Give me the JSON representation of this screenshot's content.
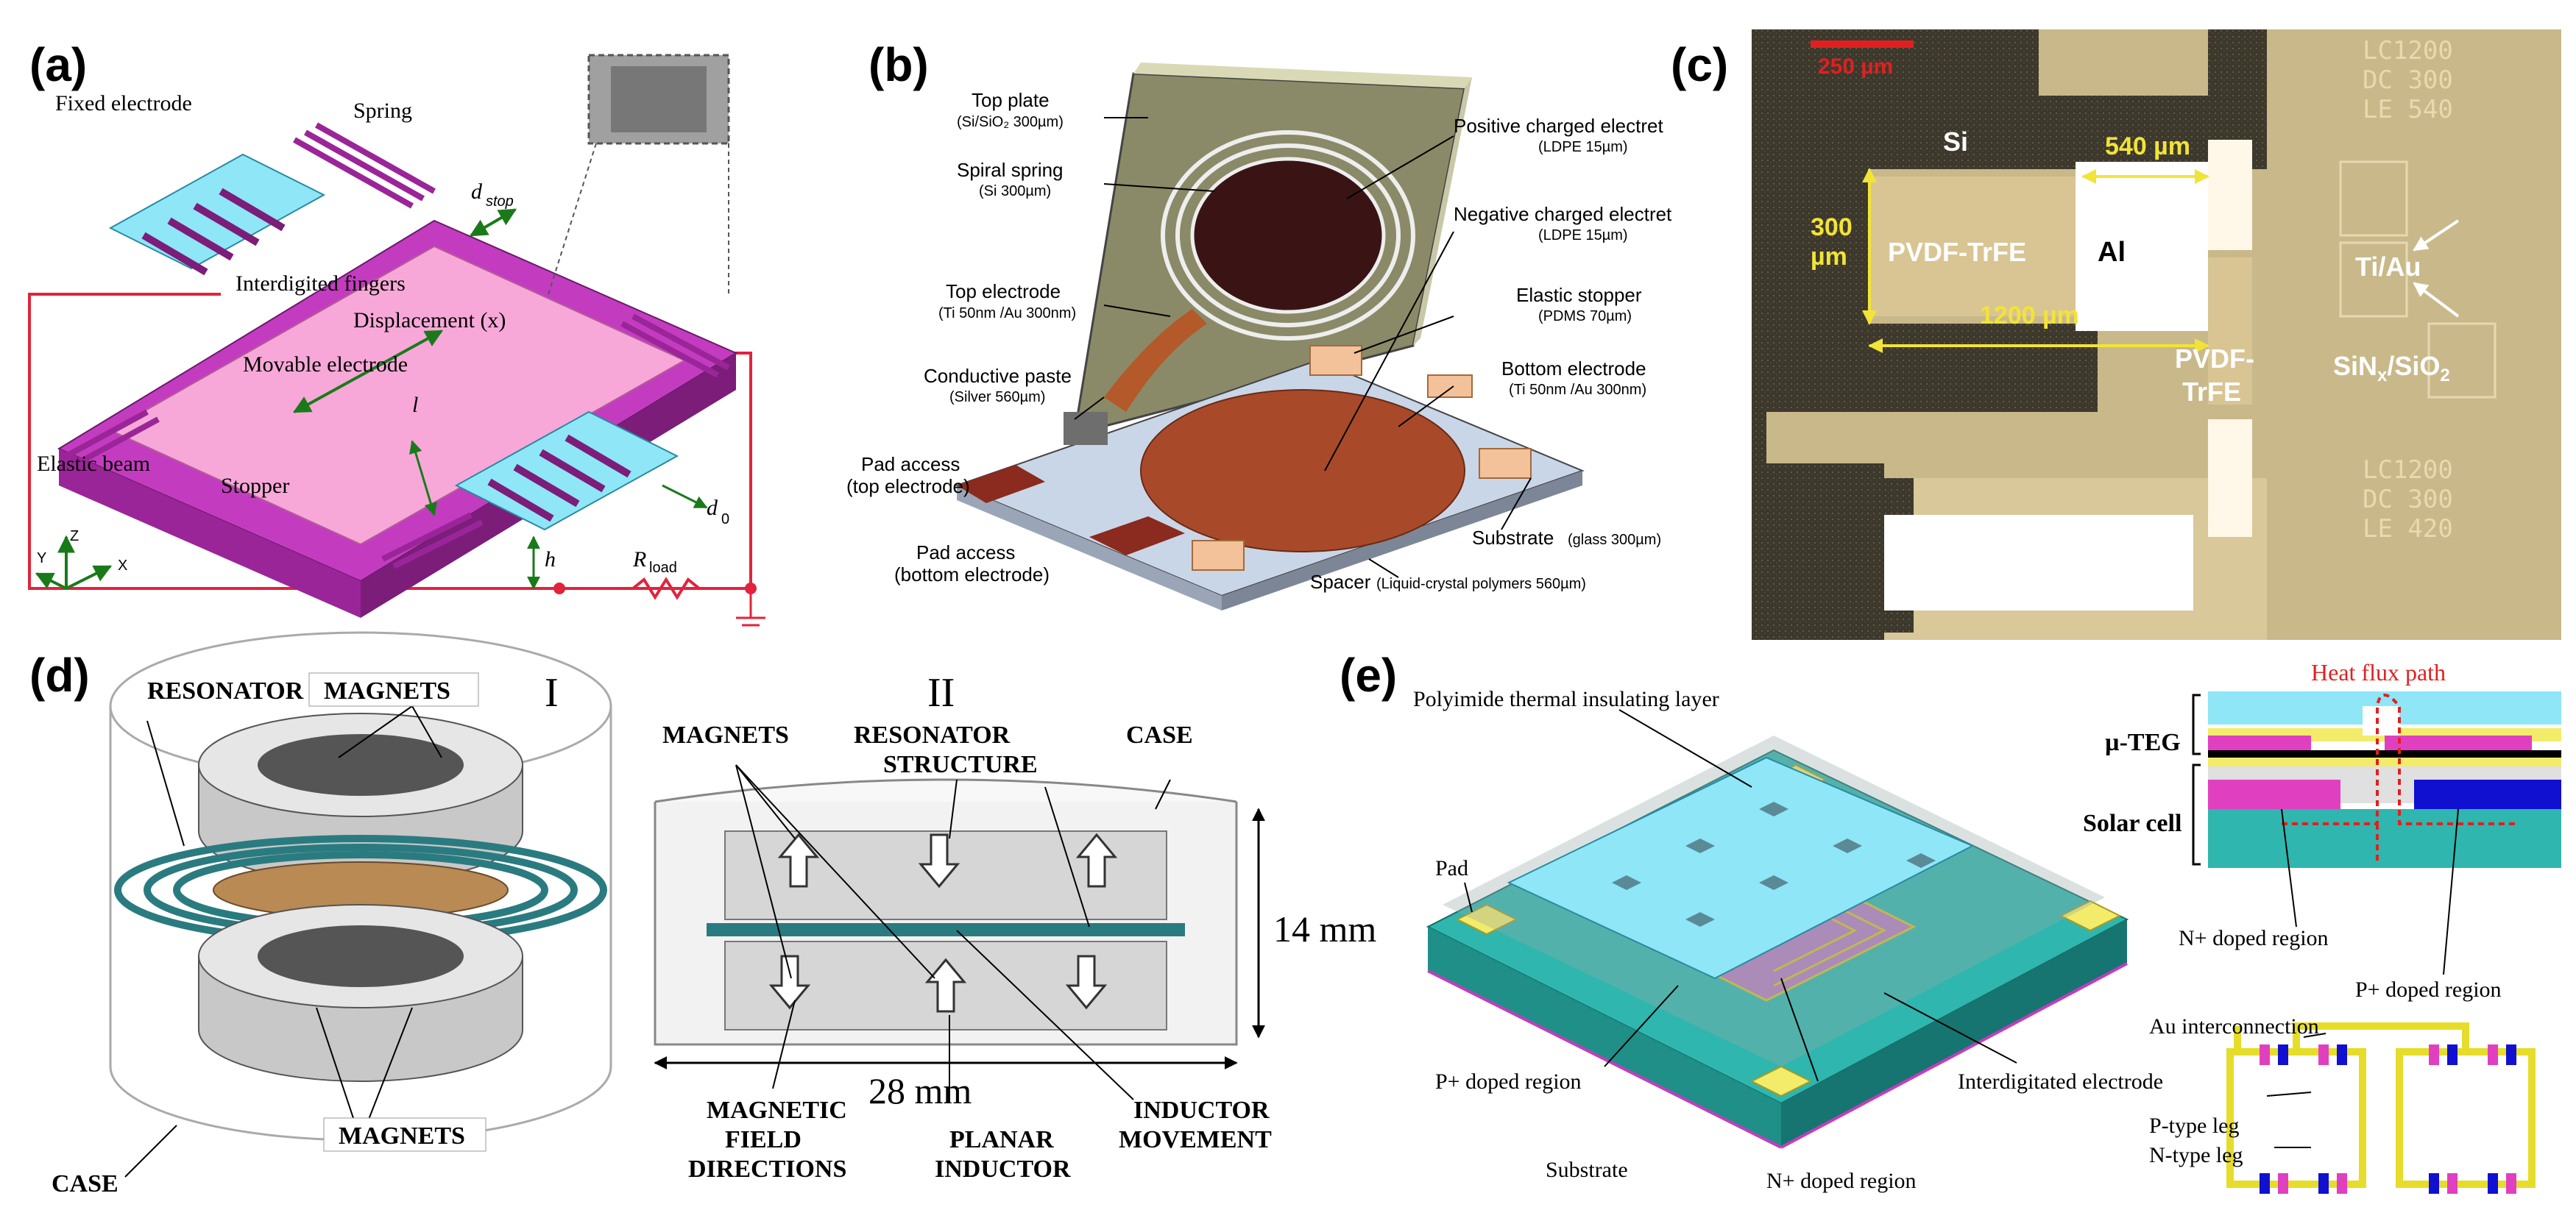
{
  "panels": {
    "a": {
      "label": "(a)",
      "fixed_electrode": "Fixed electrode",
      "spring": "Spring",
      "d_stop": "d",
      "d_stop_sub": "stop",
      "interdigited_fingers": "Interdigited fingers",
      "displacement": "Displacement (x)",
      "movable_electrode": "Movable electrode",
      "l": "l",
      "elastic_beam": "Elastic beam",
      "stopper": "Stopper",
      "d0": "d",
      "d0_sub": "0",
      "h": "h",
      "r_load": "R",
      "r_load_sub": "load",
      "axis_z": "Z",
      "axis_y": "Y",
      "axis_x": "X"
    },
    "b": {
      "label": "(b)",
      "top_plate": "Top plate",
      "top_plate_sub": "(Si/SiO₂ 300µm)",
      "spiral_spring": "Spiral spring",
      "spiral_spring_sub": "(Si 300µm)",
      "top_electrode": "Top electrode",
      "top_electrode_sub": "(Ti 50nm /Au 300nm)",
      "conductive_paste": "Conductive paste",
      "conductive_paste_sub": "(Silver 560µm)",
      "pad_top": "Pad access",
      "pad_top_sub": "(top electrode)",
      "pad_bottom": "Pad access",
      "pad_bottom_sub": "(bottom electrode)",
      "pos_electret": "Positive charged electret",
      "pos_electret_sub": "(LDPE 15µm)",
      "neg_electret": "Negative charged electret",
      "neg_electret_sub": "(LDPE 15µm)",
      "elastic_stopper": "Elastic stopper",
      "elastic_stopper_sub": "(PDMS 70µm)",
      "bottom_electrode": "Bottom electrode",
      "bottom_electrode_sub": "(Ti 50nm /Au 300nm)",
      "substrate": "Substrate",
      "substrate_sub": "(glass 300µm)",
      "spacer": "Spacer",
      "spacer_sub": "(Liquid-crystal polymers 560µm)"
    },
    "c": {
      "label": "(c)",
      "scale": "250 µm",
      "si": "Si",
      "dim_540": "540 µm",
      "dim_300a": "300",
      "dim_300b": "µm",
      "pvdf": "PVDF-TrFE",
      "al": "Al",
      "dim_1200": "1200 µm",
      "pvdf2a": "PVDF-",
      "pvdf2b": "TrFE",
      "tiau": "Ti/Au",
      "sin": "SiN",
      "sin_sub": "x",
      "sin_rest": "/SiO",
      "sin_sub2": "2",
      "code1": [
        "LC1200",
        "DC 300",
        "LE 540"
      ],
      "code2": [
        "LC1200",
        "DC 300",
        "LE 420"
      ]
    },
    "d": {
      "label": "(d)",
      "roman1": "I",
      "roman2": "II",
      "resonator": "RESONATOR",
      "magnets_top": "MAGNETS",
      "magnets_bottom": "MAGNETS",
      "case_left": "CASE",
      "magnets_ii": "MAGNETS",
      "resonator_structure_1": "RESONATOR",
      "resonator_structure_2": "STRUCTURE",
      "case_ii": "CASE",
      "dim_14": "14 mm",
      "dim_28": "28 mm",
      "mag_field_1": "MAGNETIC",
      "mag_field_2": "FIELD",
      "mag_field_3": "DIRECTIONS",
      "planar_1": "PLANAR",
      "planar_2": "INDUCTOR",
      "inductor_1": "INDUCTOR",
      "inductor_2": "MOVEMENT"
    },
    "e": {
      "label": "(e)",
      "polyimide": "Polyimide thermal insulating layer",
      "heat_flux": "Heat flux path",
      "mu_teg": "µ-TEG",
      "solar_cell": "Solar cell",
      "pad": "Pad",
      "n_doped_top": "N+ doped region",
      "p_doped_right": "P+ doped region",
      "au_interconnection": "Au interconnection",
      "interdigitated": "Interdigitated electrode",
      "p_doped_left": "P+ doped region",
      "p_type": "P-type leg",
      "n_type": "N-type leg",
      "substrate": "Substrate",
      "n_doped_bottom": "N+ doped region"
    }
  },
  "colors": {
    "pink": "#f7a8d8",
    "magenta": "#c33cc0",
    "cyan": "#8ee6f7",
    "teal": "#2fb6ae",
    "micro_bg": "#c9b98a",
    "micro_dark": "#3d382c",
    "yellow_dim": "#f2e437"
  }
}
